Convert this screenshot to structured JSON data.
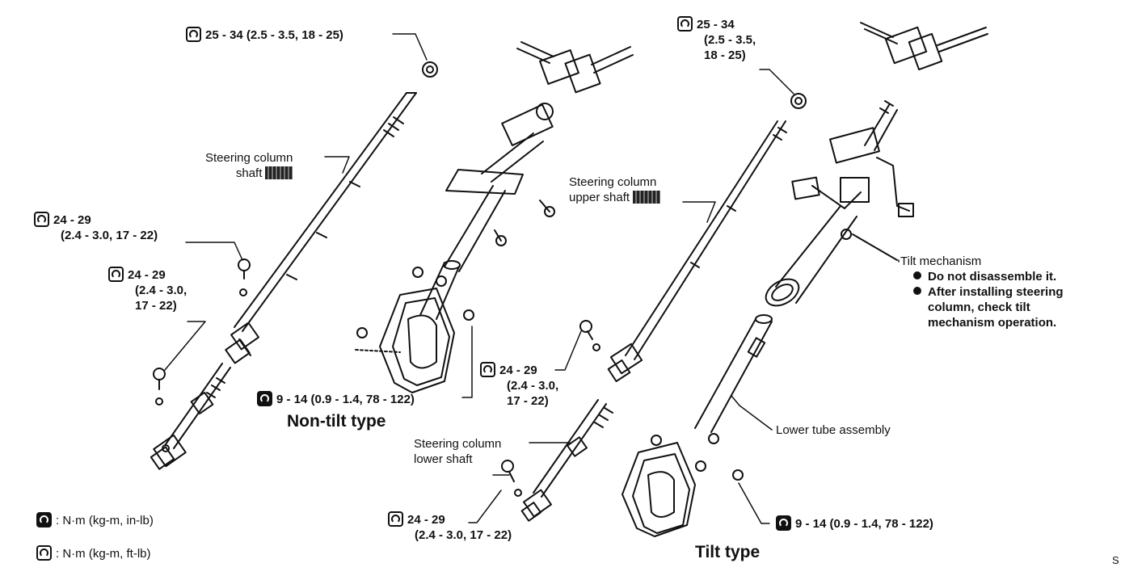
{
  "labels": {
    "shaft": [
      "Steering column",
      "shaft"
    ],
    "upper_shaft": [
      "Steering column",
      "upper shaft"
    ],
    "lower_shaft": [
      "Steering column",
      "lower shaft"
    ],
    "lower_tube": "Lower tube assembly",
    "tilt_mechanism": {
      "title": "Tilt mechanism",
      "notes": [
        "Do not disassemble it.",
        "After installing steering",
        "column, check tilt",
        "mechanism operation."
      ]
    },
    "non_tilt_type": "Non-tilt type",
    "tilt_type": "Tilt type"
  },
  "torques": {
    "t1": "25 - 34 (2.5 - 3.5, 18 - 25)",
    "t2": [
      "25 - 34",
      "(2.5 - 3.5,",
      "18 - 25)"
    ],
    "t3": [
      "24 - 29",
      "(2.4 - 3.0, 17 - 22)"
    ],
    "t4": [
      "24 - 29",
      "(2.4 - 3.0,",
      "17 - 22)"
    ],
    "t5": "9 - 14 (0.9 - 1.4, 78 - 122)",
    "t6": [
      "24 - 29",
      "(2.4 - 3.0,",
      "17 - 22)"
    ],
    "t7": [
      "24 - 29",
      "(2.4 - 3.0, 17 - 22)"
    ],
    "t8": "9 - 14 (0.9 - 1.4, 78 - 122)"
  },
  "legend": {
    "in_lb": ": N·m (kg-m, in-lb)",
    "ft_lb": ": N·m (kg-m, ft-lb)"
  },
  "page_mark": "S"
}
